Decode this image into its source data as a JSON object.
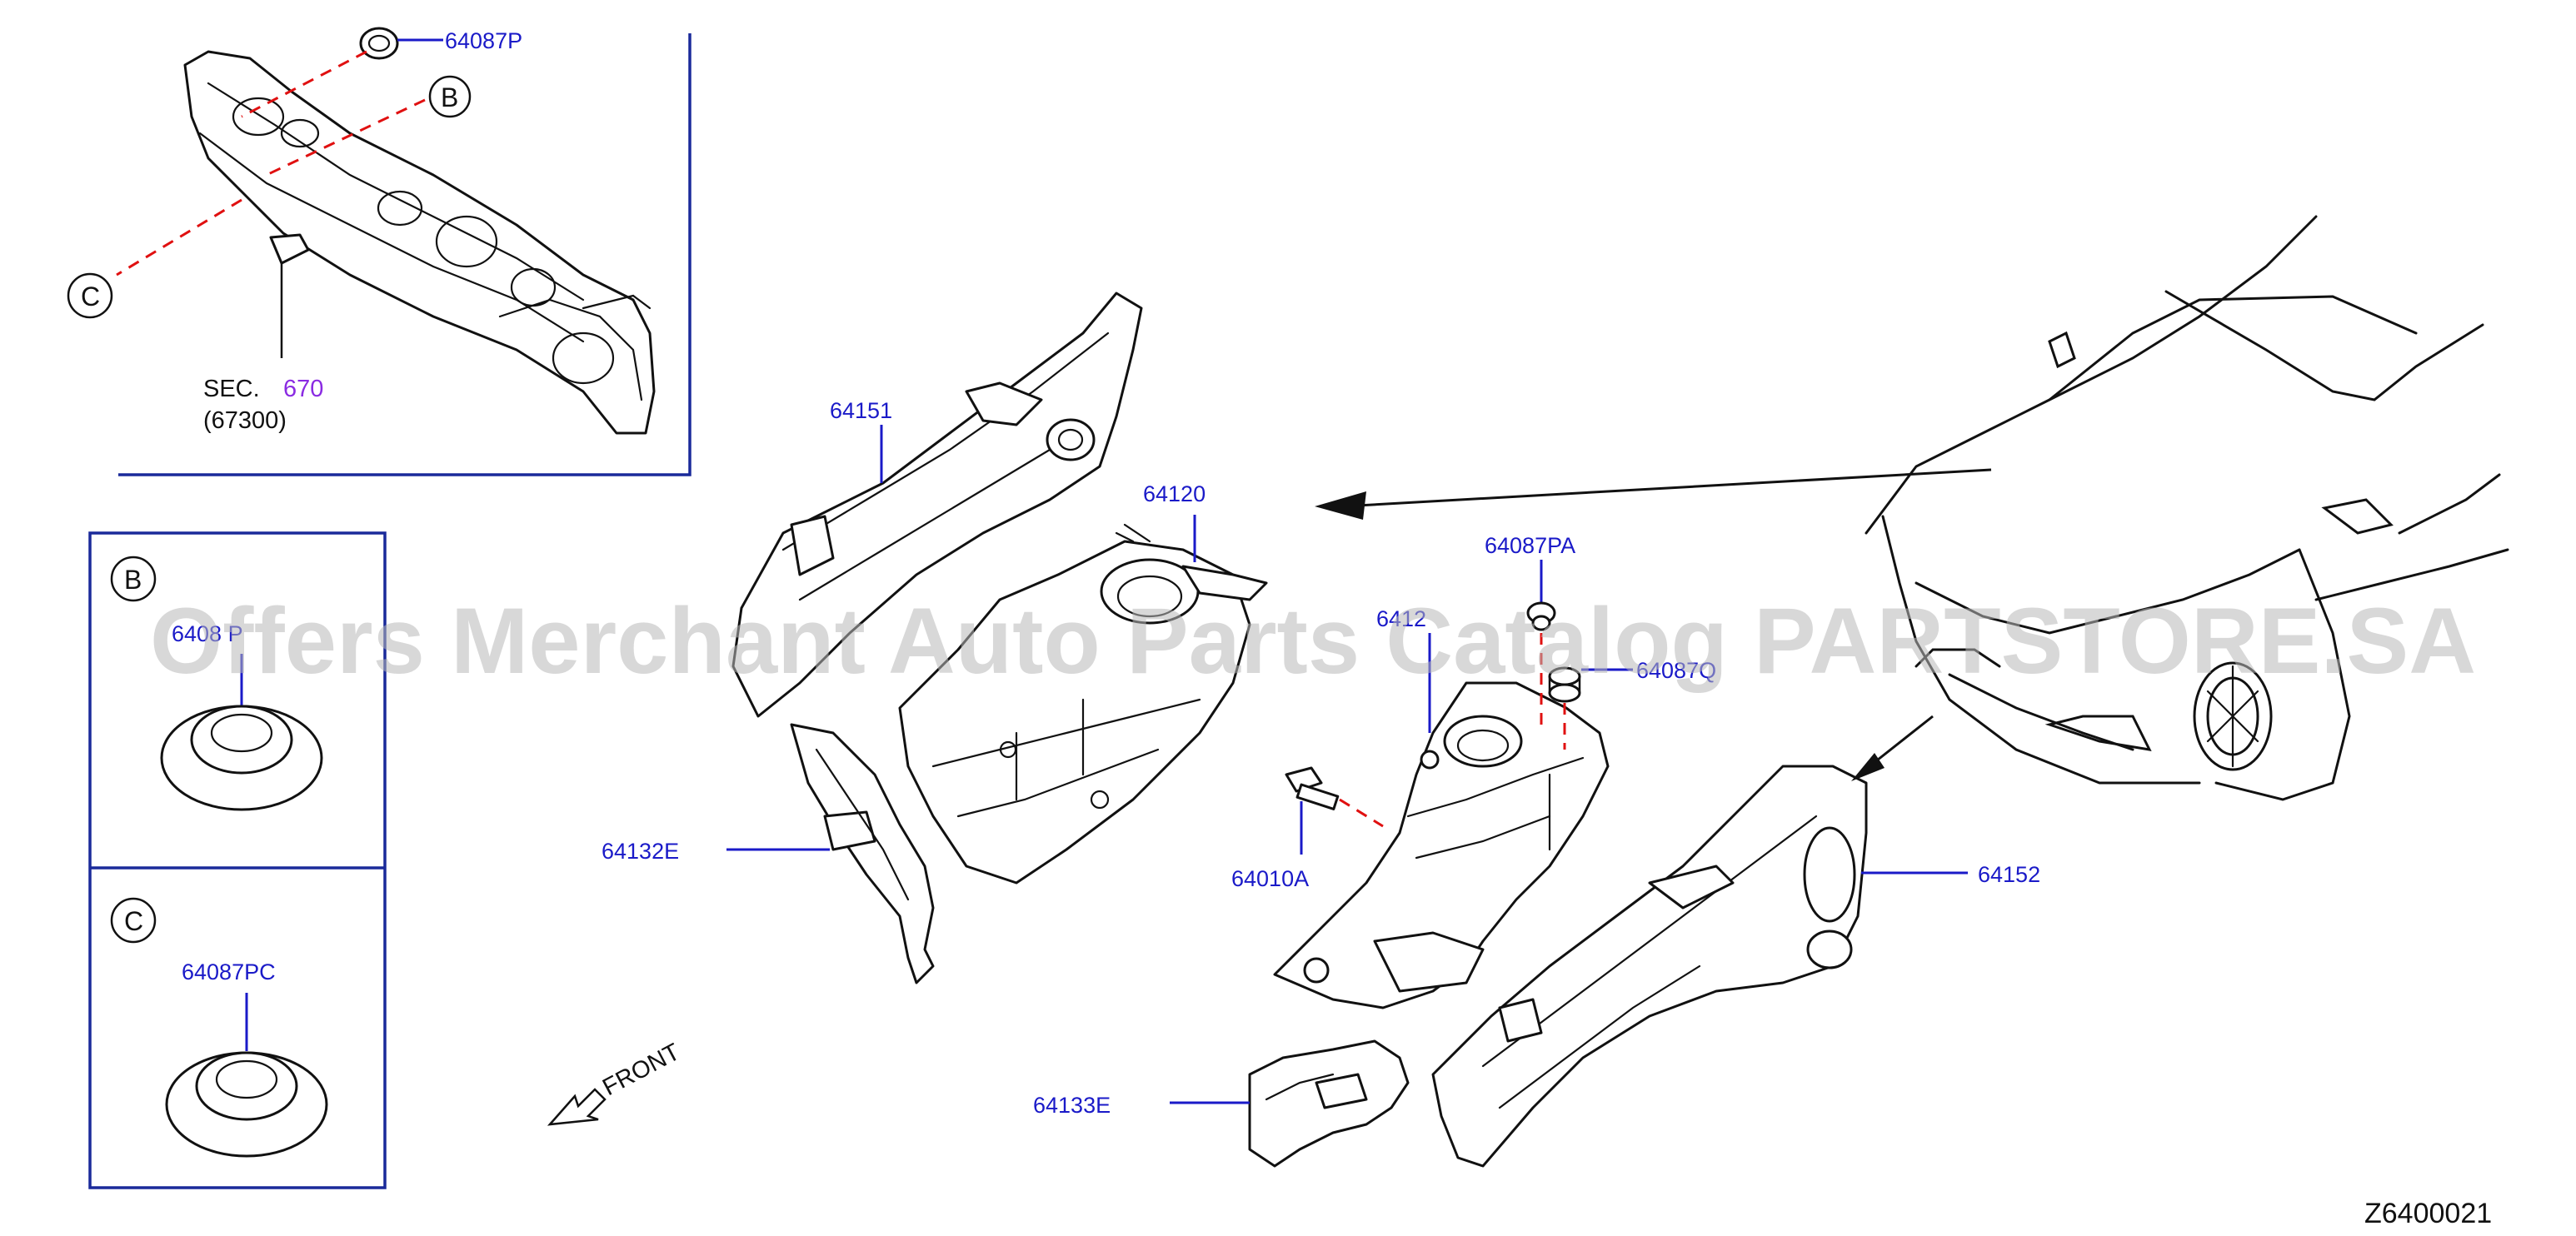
{
  "watermark": "Offers Merchant Auto Parts Catalog PARTSTORE.SA",
  "diagram_ref": "Z6400021",
  "front_label": "FRONT",
  "section_ref": {
    "prefix": "SEC.",
    "number": "670",
    "sub": "(67300)"
  },
  "callouts": {
    "b": "B",
    "c": "C"
  },
  "parts": {
    "p64087p": "64087P",
    "p64151": "64151",
    "p64120": "64120",
    "p64087pa": "64087PA",
    "p64121_partial": "6412",
    "p64087q_partial": "64087Q",
    "p64132e": "64132E",
    "p64010a": "64010A",
    "p64152": "64152",
    "p64133e": "64133E",
    "p64087pb_partial": "6408 P",
    "p64087pc": "64087PC"
  },
  "colors": {
    "label": "#1a1ac8",
    "section": "#8a2be2",
    "dash": "#e01010",
    "frame": "#1a2a9a"
  }
}
